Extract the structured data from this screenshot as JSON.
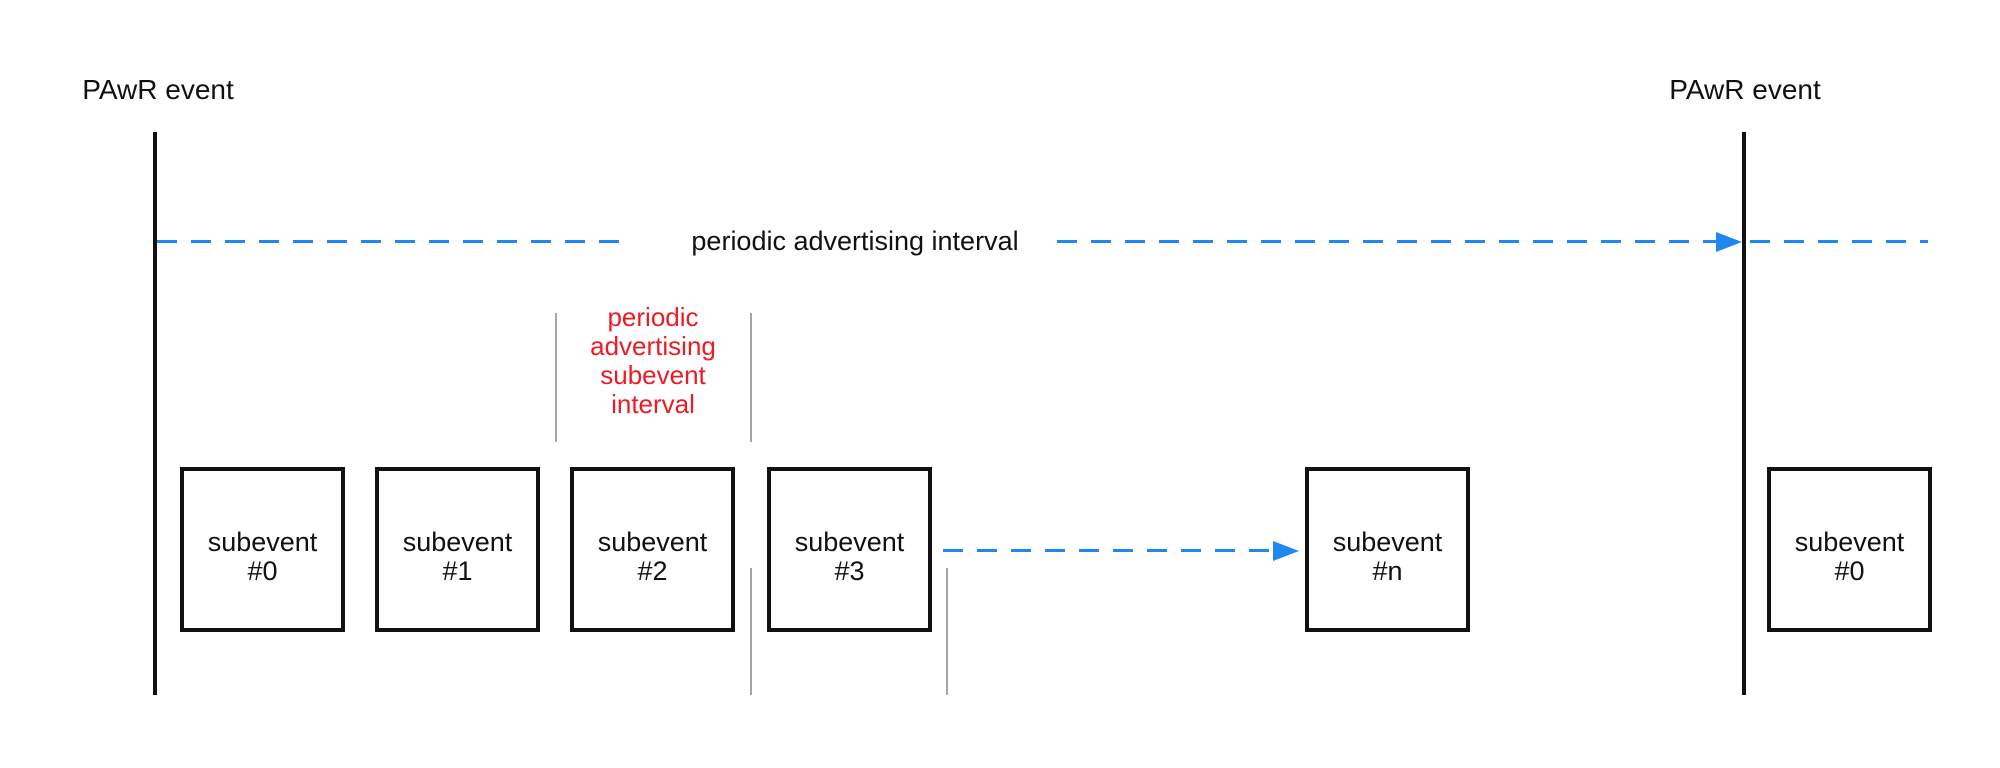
{
  "diagram": {
    "left_event": {
      "label": "PAwR event"
    },
    "right_event": {
      "label": "PAwR event"
    },
    "periodic_advertising_interval": {
      "label": "periodic advertising interval"
    },
    "periodic_advertising_subevent_interval": {
      "label": "periodic advertising subevent interval"
    },
    "subevents": [
      {
        "title": "subevent",
        "number": "#0"
      },
      {
        "title": "subevent",
        "number": "#1"
      },
      {
        "title": "subevent",
        "number": "#2"
      },
      {
        "title": "subevent",
        "number": "#3"
      },
      {
        "title": "subevent",
        "number": "#n"
      },
      {
        "title": "subevent",
        "number": "#0"
      }
    ],
    "colors": {
      "accent_blue": "#1e87f0",
      "accent_red": "#ed1c24",
      "line_black": "#111111",
      "line_gray": "#a6a6a6",
      "background": "#ffffff"
    }
  }
}
